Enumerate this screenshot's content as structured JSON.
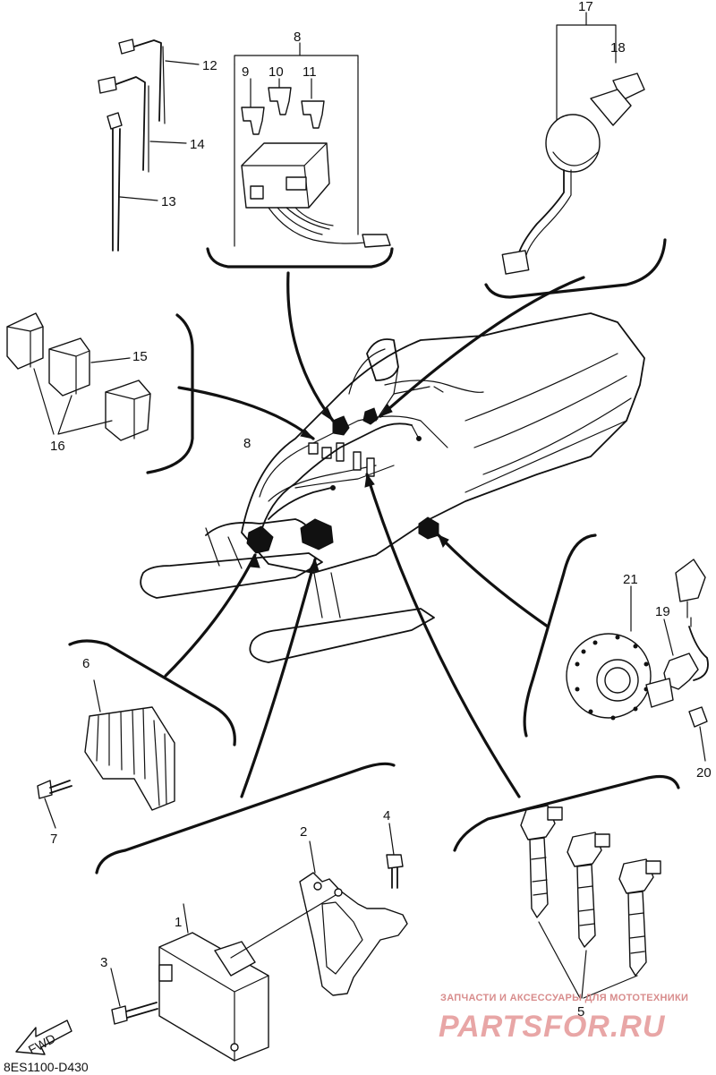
{
  "diagram": {
    "drawing_code": "8ES1100-D430",
    "fwd_label": "FWD",
    "watermark": {
      "tagline": "ЗАПЧАСТИ И АКСЕССУАРЫ ДЛЯ МОТОТЕХНИКИ",
      "brand": "PARTSFOR.RU"
    },
    "callouts": [
      "1",
      "2",
      "3",
      "4",
      "5",
      "6",
      "7",
      "8",
      "8",
      "9",
      "10",
      "11",
      "12",
      "13",
      "14",
      "15",
      "16",
      "17",
      "18",
      "19",
      "20",
      "21"
    ]
  },
  "colors": {
    "ink": "#111111",
    "paper": "#ffffff",
    "watermark": "#e8a6a6"
  }
}
